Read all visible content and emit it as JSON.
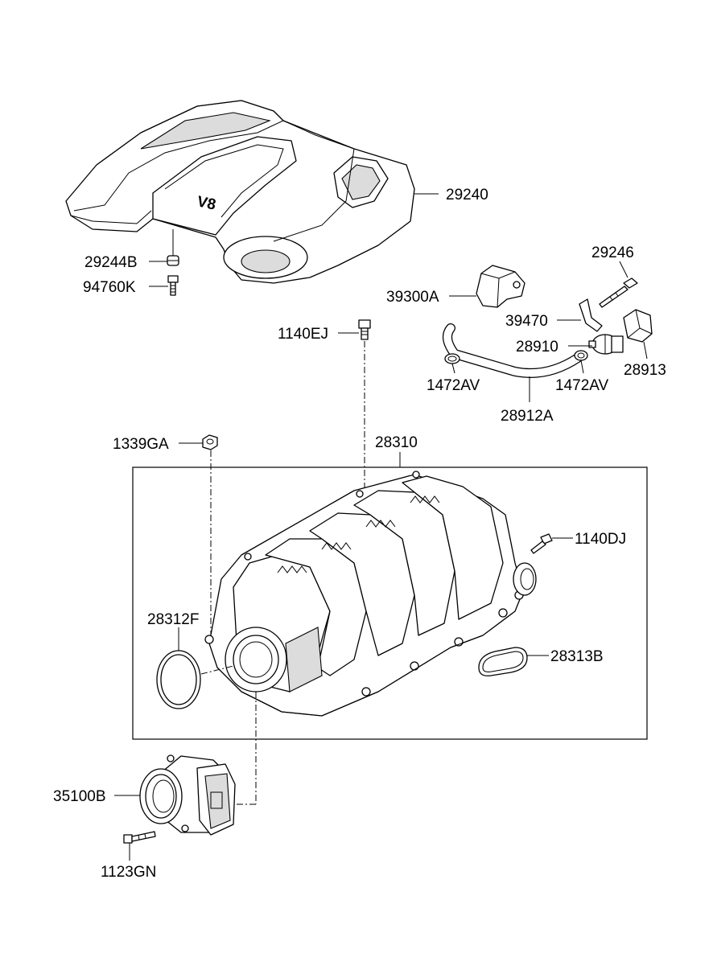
{
  "labels": {
    "cover": "29240",
    "grommet": "29244B",
    "cover_bolt": "94760K",
    "sensor": "39300A",
    "bolt_29246": "29246",
    "bracket": "39470",
    "top_bolt": "1140EJ",
    "valve": "28910",
    "connector": "28913",
    "clamp_left": "1472AV",
    "clamp_right": "1472AV",
    "hose": "28912A",
    "manifold": "28310",
    "nut": "1339GA",
    "side_bolt": "1140DJ",
    "gasket_left": "28312F",
    "gasket_right": "28313B",
    "throttle_body": "35100B",
    "tb_bolt": "1123GN"
  },
  "cover_badge": "V8"
}
